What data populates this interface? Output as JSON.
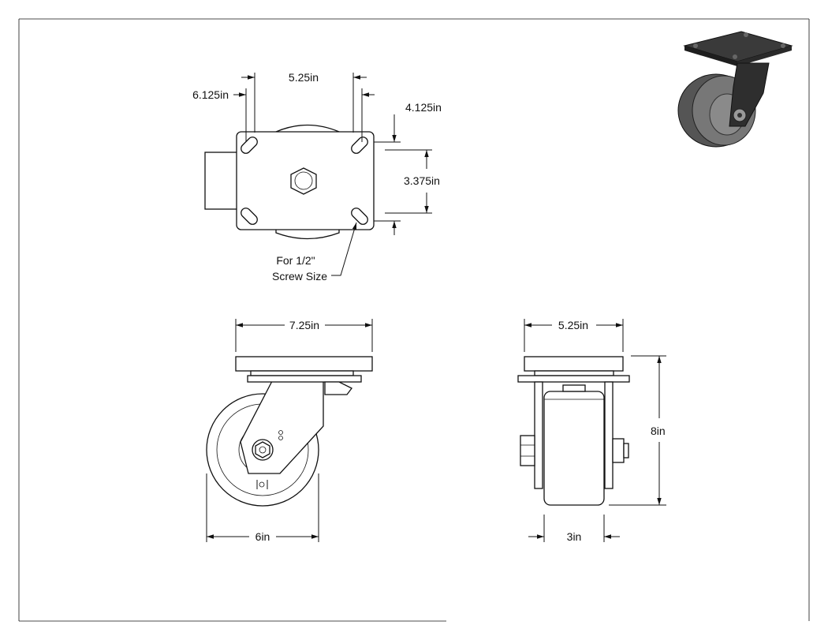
{
  "top_view": {
    "dim_bolt_width": "6.125in",
    "dim_plate_width": "5.25in",
    "dim_bolt_height": "4.125in",
    "dim_plate_height": "3.375in",
    "note_line1": "For 1/2\"",
    "note_line2": "Screw Size"
  },
  "side_view": {
    "dim_overall_length": "7.25in",
    "dim_wheel_diameter": "6in"
  },
  "front_view": {
    "dim_plate_width": "5.25in",
    "dim_overall_height": "8in",
    "dim_wheel_width": "3in"
  },
  "iso_view": {
    "icon": "caster-3d-render-icon"
  }
}
